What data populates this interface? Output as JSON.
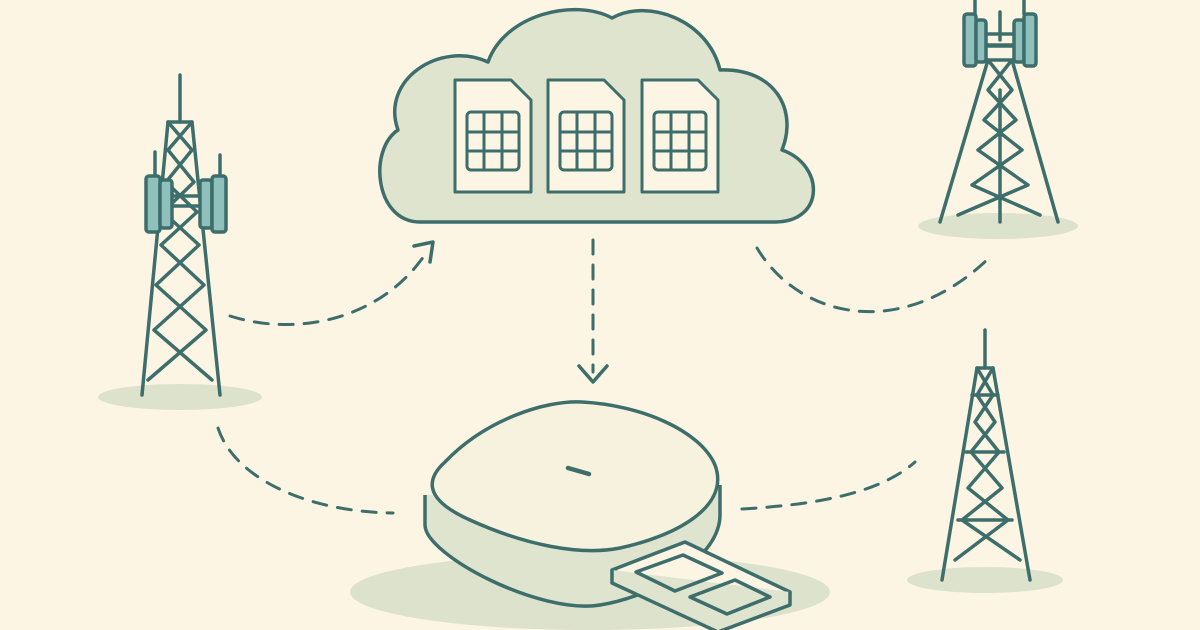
{
  "palette": {
    "background": "#fcf5e4",
    "stroke": "#3d6e6c",
    "fill": "#dfe4cf",
    "shadow": "#dde2cc",
    "antenna_fill": "#8fc0bc"
  },
  "icons": {
    "cloud": "cloud-icon",
    "sim": "sim-card-icon",
    "tower": "cell-tower-icon",
    "router": "router-icon",
    "tray": "sim-tray-icon",
    "arrow": "arrow-icon"
  },
  "cloud": {
    "sim_count": 3
  },
  "towers": [
    {
      "id": "left",
      "antenna_panels": 4
    },
    {
      "id": "top-right",
      "antenna_panels": 4
    },
    {
      "id": "bottom-right",
      "antenna_panels": 0
    }
  ],
  "router": {
    "tray_slots": 2
  }
}
